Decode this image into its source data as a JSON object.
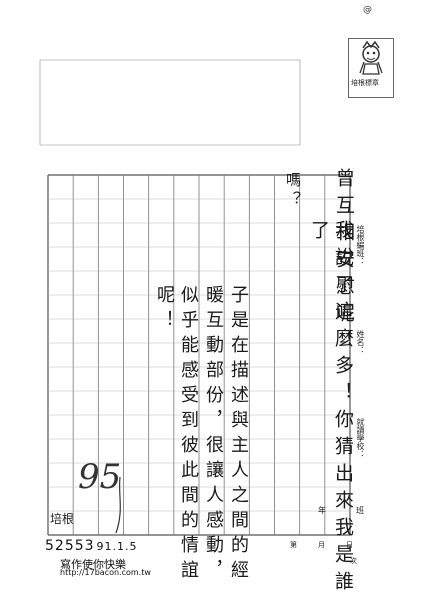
{
  "header": {
    "corner_mark": "@"
  },
  "stamp": {
    "label": "培根標章"
  },
  "side_fields": {
    "class_label": "培根編班：",
    "name_label": "姓名：",
    "school_label": "就讀學校：",
    "grade_label": "年",
    "class_suffix": "班"
  },
  "columns": [
    {
      "id": "col1",
      "text": "曾互相安慰呢！"
    },
    {
      "id": "col2",
      "text": "我說了這麼多！你猜出來我是誰了"
    },
    {
      "id": "col3",
      "text": "嗎？"
    },
    {
      "id": "col4",
      "text": "子是在描述與主人之間的經"
    },
    {
      "id": "col5",
      "text": "暖互動部份，很讓人感動，"
    },
    {
      "id": "col6",
      "text": "似乎能感受到彼此間的情誼"
    },
    {
      "id": "col7",
      "text": "呢！"
    }
  ],
  "grading": {
    "score": "95",
    "reviewer_mark": "培根"
  },
  "footer": {
    "doc_id": "52553",
    "date_note": "91.1.5",
    "slogan": "寫作使你快樂",
    "url": "http://17bacon.com.tw",
    "week_label": "第",
    "month_label": "月",
    "day_label": "日",
    "times_label": "次"
  }
}
